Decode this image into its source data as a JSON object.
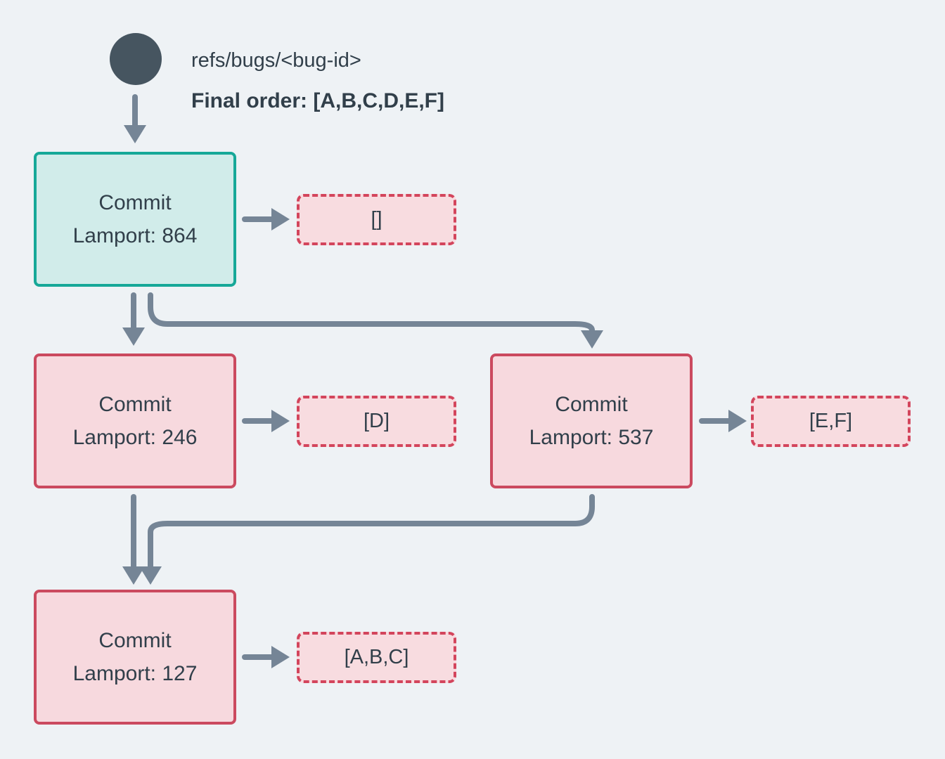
{
  "header": {
    "ref_label": "refs/bugs/<bug-id>",
    "final_order_label": "Final order: [A,B,C,D,E,F]"
  },
  "nodes": [
    {
      "id": "commit-864",
      "title": "Commit",
      "lamport": "Lamport: 864",
      "payload": "[]",
      "style": "genesis"
    },
    {
      "id": "commit-246",
      "title": "Commit",
      "lamport": "Lamport: 246",
      "payload": "[D]",
      "style": "red"
    },
    {
      "id": "commit-537",
      "title": "Commit",
      "lamport": "Lamport: 537",
      "payload": "[E,F]",
      "style": "red"
    },
    {
      "id": "commit-127",
      "title": "Commit",
      "lamport": "Lamport: 127",
      "payload": "[A,B,C]",
      "style": "red"
    }
  ],
  "edges": [
    {
      "from": "ref",
      "to": "commit-864"
    },
    {
      "from": "commit-864",
      "to": "commit-246"
    },
    {
      "from": "commit-864",
      "to": "commit-537"
    },
    {
      "from": "commit-246",
      "to": "commit-127"
    },
    {
      "from": "commit-537",
      "to": "commit-127"
    },
    {
      "from": "commit-864",
      "to": "payload-[]"
    },
    {
      "from": "commit-246",
      "to": "payload-[D]"
    },
    {
      "from": "commit-537",
      "to": "payload-[E,F]"
    },
    {
      "from": "commit-127",
      "to": "payload-[A,B,C]"
    }
  ],
  "colors": {
    "background": "#eef2f5",
    "text": "#313f4a",
    "arrow": "#758596",
    "ref_circle": "#465560",
    "genesis_border": "#16a898",
    "genesis_fill": "#d1ecea",
    "commit_border": "#cb4a5f",
    "commit_fill": "#f7d9de",
    "payload_border": "#d3455c",
    "payload_fill": "#f8dce0"
  }
}
